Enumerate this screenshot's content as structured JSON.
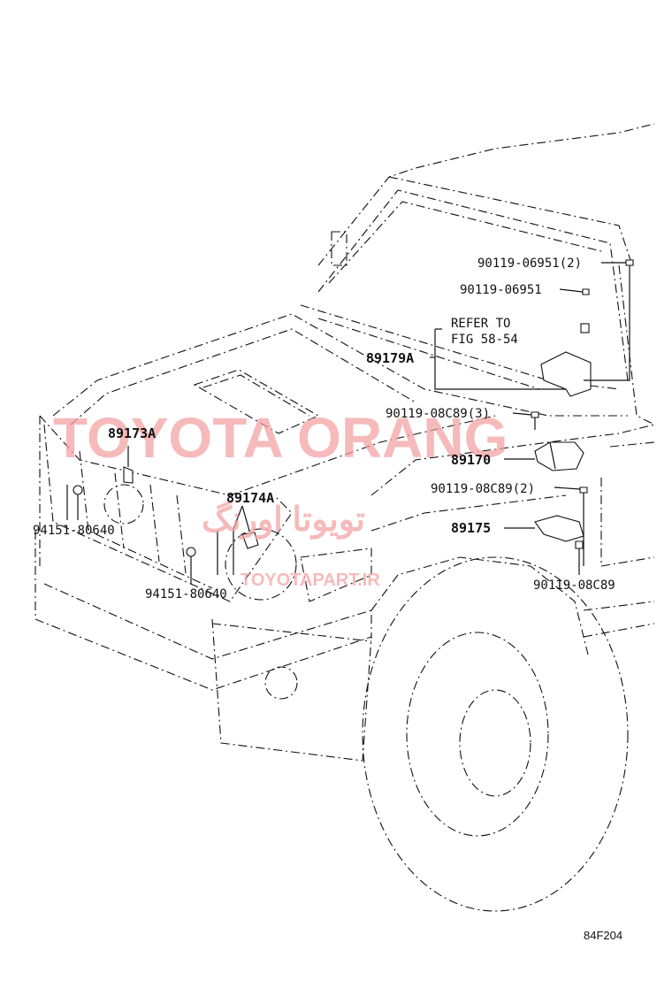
{
  "diagram": {
    "part_labels": {
      "p_90119_06951_2": "90119-06951(2)",
      "p_90119_06951": "90119-06951",
      "refer_line1": "REFER TO",
      "refer_line2": "FIG 58-54",
      "p_89179A": "89179A",
      "p_90119_08C89_3": "90119-08C89(3)",
      "p_89173A": "89173A",
      "p_89170": "89170",
      "p_89174A": "89174A",
      "p_90119_08C89_2": "90119-08C89(2)",
      "p_94151_80640_left": "94151-80640",
      "p_89175": "89175",
      "p_90119_08C89": "90119-08C89",
      "p_94151_80640_bottom": "94151-80640"
    },
    "watermark": {
      "main": "TOYOTA ORANG",
      "persian": "تویوتا اورنگ",
      "url": "TOYOTAPART.IR"
    },
    "figure_code": "84F204",
    "colors": {
      "watermark": "#f4a3a3",
      "line": "#111111"
    }
  }
}
